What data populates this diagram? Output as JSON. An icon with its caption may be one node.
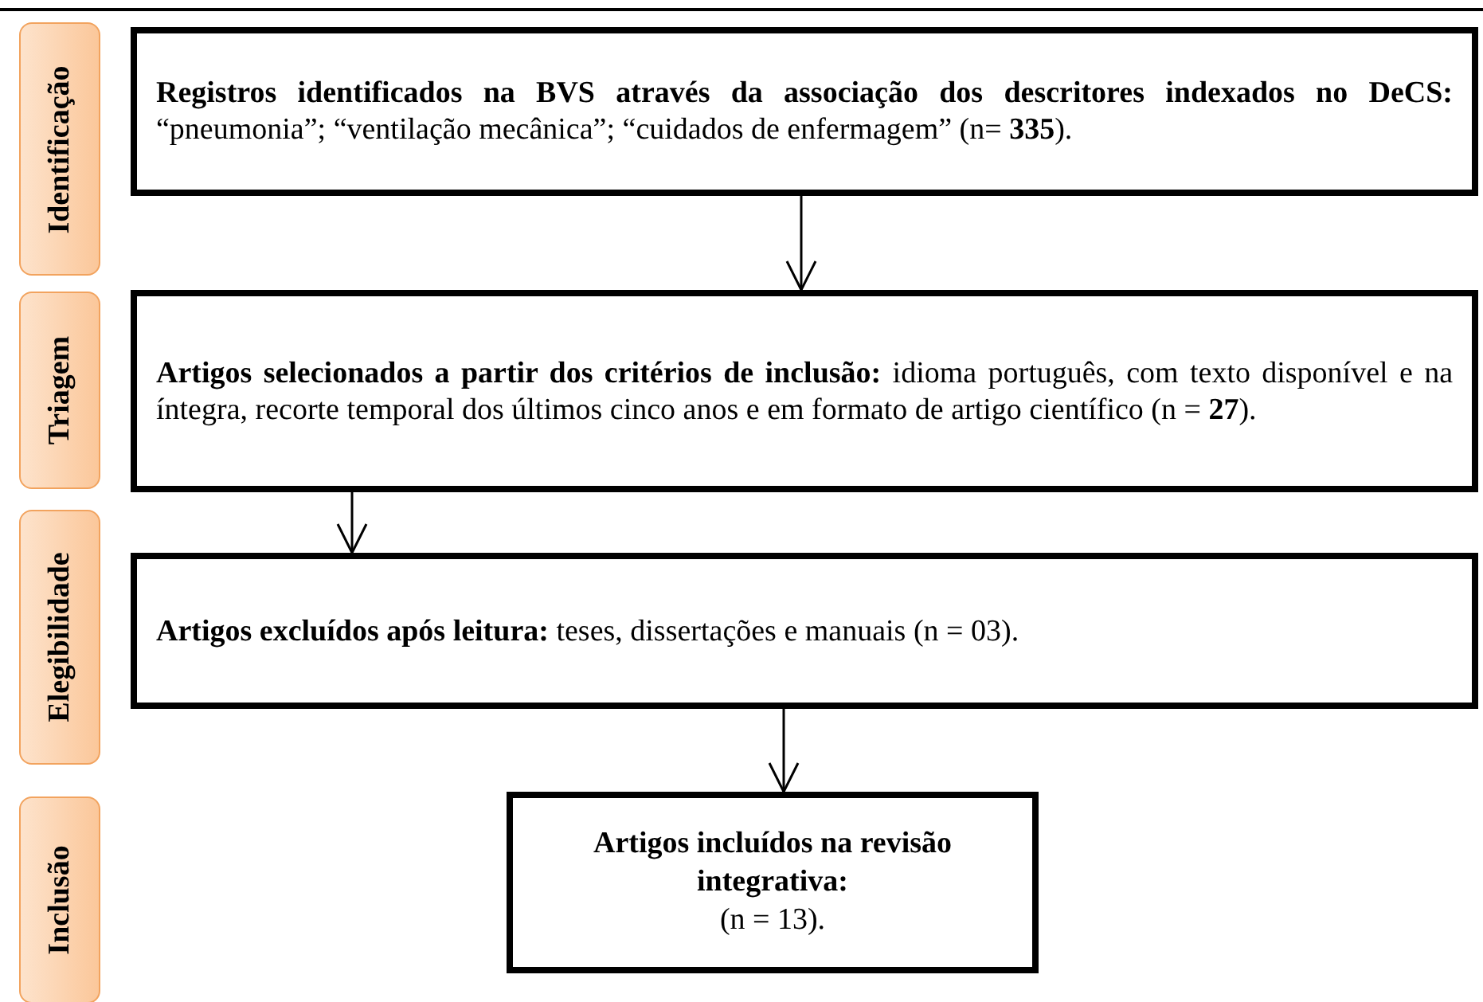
{
  "diagram": {
    "nodes": [
      {
        "text": [
          "Identificação"
        ]
      },
      {
        "text": [
          "Triagem"
        ]
      },
      {
        "text": [
          "Elegibilidade"
        ]
      },
      {
        "text": [
          "Inclusão"
        ]
      },
      {
        "text": [
          "**Registros identificados na BVS através da associação dos descritores indexados no DeCS:** “pneumonia”; “ventilação mecânica”; “cuidados de enfermagem” (n= **335**)."
        ]
      },
      {
        "text": [
          "**Artigos selecionados a partir dos critérios de inclusão:** idioma português, com texto disponível e na íntegra, recorte temporal dos últimos cinco anos e em formato de artigo científico (n = **27**)."
        ]
      },
      {
        "text": [
          "**Artigos excluídos após leitura:** teses, dissertações e manuais (n = 03)."
        ]
      },
      {
        "text": [
          "Artigos incluídos na revisão integrativa:",
          "(n = 13)."
        ]
      }
    ],
    "edges": [
      {
        "from": 4,
        "to": 5,
        "arrow": "to"
      },
      {
        "from": 5,
        "to": 6,
        "arrow": "to"
      },
      {
        "from": 6,
        "to": 7,
        "arrow": "to"
      }
    ]
  }
}
